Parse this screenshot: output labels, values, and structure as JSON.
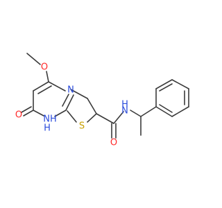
{
  "colors": {
    "background": "#ffffff",
    "bond": "#3a3a3a",
    "oxygen": "#ff2a2a",
    "nitrogen": "#2a4bdc",
    "sulfur": "#c8a000"
  },
  "labels": {
    "o_methoxy": "O",
    "o_ring_carbonyl": "O",
    "nh_ring": "NH",
    "h_ring": "H",
    "n_ring_upper": "N",
    "s_thioether": "S",
    "n_amide": "N",
    "h_amide": "H",
    "o_amide": "O"
  }
}
